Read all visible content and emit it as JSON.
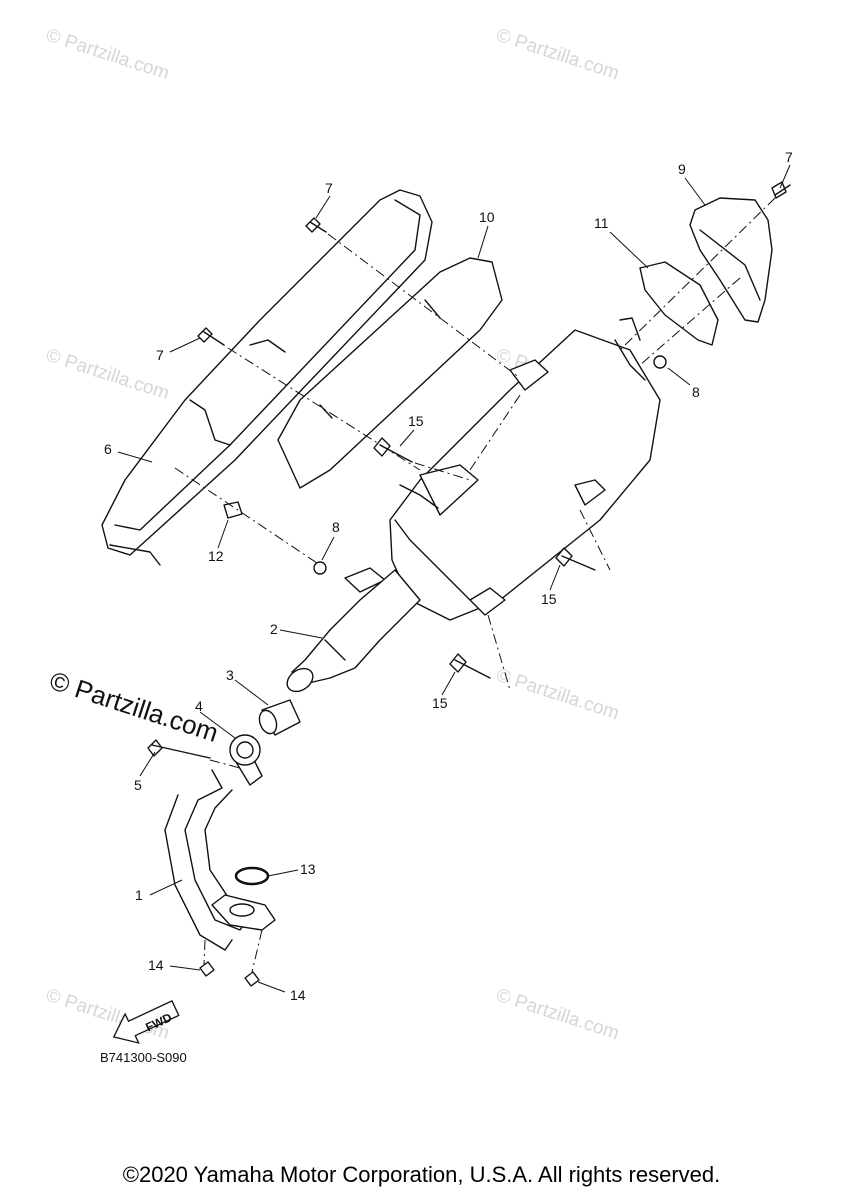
{
  "diagram": {
    "callouts": {
      "c1": "1",
      "c2": "2",
      "c3": "3",
      "c4": "4",
      "c5": "5",
      "c6": "6",
      "c7a": "7",
      "c7b": "7",
      "c7c": "7",
      "c8a": "8",
      "c8b": "8",
      "c9": "9",
      "c10": "10",
      "c11": "11",
      "c12": "12",
      "c13": "13",
      "c14a": "14",
      "c14b": "14",
      "c15a": "15",
      "c15b": "15",
      "c15c": "15"
    },
    "fwd_label": "FWD",
    "diagram_code": "B741300-S090",
    "watermark": "© Partzilla.com",
    "watermark_big": "© Partzilla.com"
  },
  "footer": {
    "copyright": "©2020 Yamaha Motor Corporation, U.S.A. All rights reserved."
  }
}
